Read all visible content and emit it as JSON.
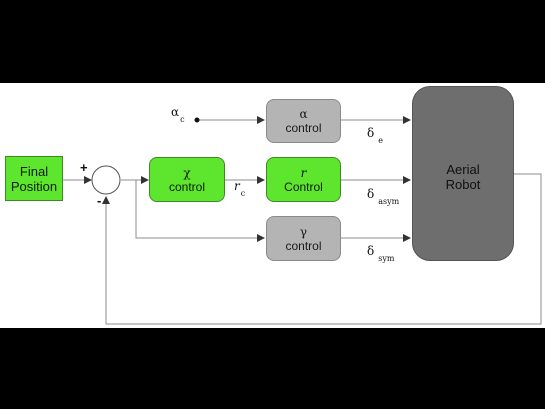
{
  "blocks": {
    "final_position": {
      "line1": "Final",
      "line2": "Position"
    },
    "chi_control": {
      "symbol": "χ",
      "label": "control"
    },
    "r_control": {
      "symbol": "r",
      "label": "Control"
    },
    "alpha_control": {
      "symbol": "α",
      "label": "control"
    },
    "gamma_control": {
      "symbol": "γ",
      "label": "control"
    },
    "aerial_robot": {
      "line1": "Aerial",
      "line2": "Robot"
    }
  },
  "signals": {
    "alpha_c": {
      "main": "α",
      "sub": "c"
    },
    "r_c": {
      "main": "r",
      "sub": "c"
    },
    "delta_e": {
      "main": "δ",
      "sub": "e"
    },
    "delta_asym": {
      "main": "δ",
      "sub": "asym"
    },
    "delta_sym": {
      "main": "δ",
      "sub": "sym"
    }
  },
  "summing_junction": {
    "plus": "+",
    "minus": "-"
  },
  "colors": {
    "controller_green": "#5ee62e",
    "secondary_gray": "#b4b4b4",
    "plant_gray": "#6e6e6e",
    "wire": "#8c8c8c"
  }
}
